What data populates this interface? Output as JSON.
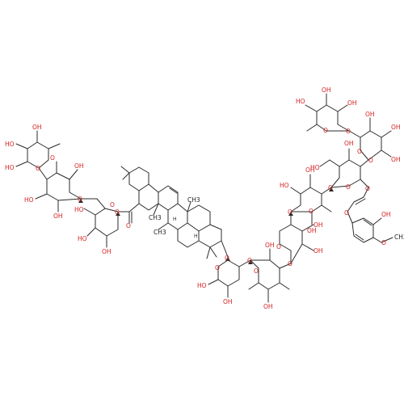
{
  "labels": {
    "oh": "OH",
    "ho": "HO",
    "o": "O",
    "ch3": "CH3",
    "h": "H"
  },
  "colors": {
    "bond": "#2b2b2b",
    "oxygen": "#d32020",
    "carbon": "#222222",
    "background": "#ffffff"
  }
}
